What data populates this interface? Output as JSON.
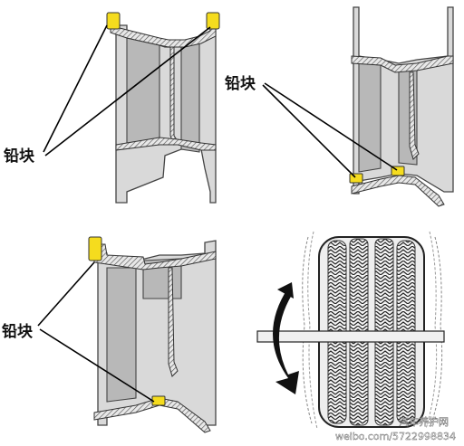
{
  "labels": {
    "top_left": "铅块",
    "top_right": "铅块",
    "bottom_left": "铅块"
  },
  "watermark": {
    "line1": "汽车养护网",
    "line2": "weibo.com/5722998834"
  },
  "colors": {
    "lead_weight": "#f5dc1e",
    "rim_fill": "#d9d9d9",
    "outline": "#444444",
    "arrow": "#111111"
  }
}
